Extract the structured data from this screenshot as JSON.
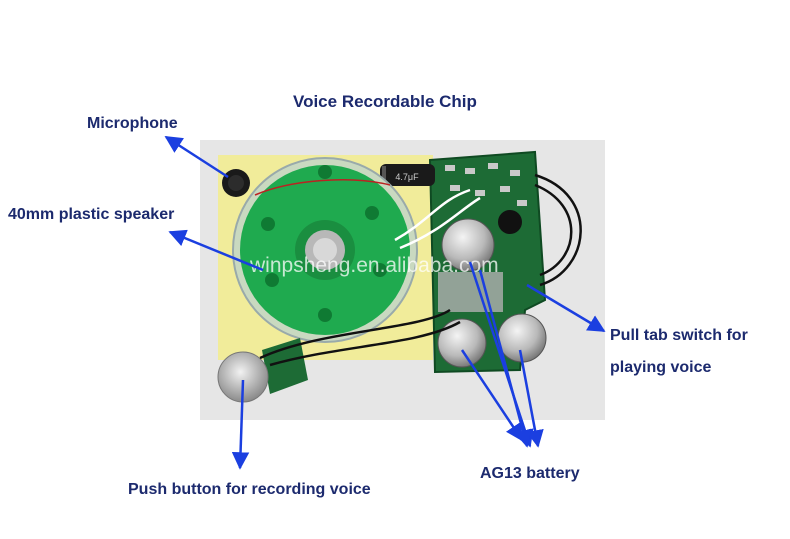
{
  "title": "Voice Recordable Chip",
  "labels": {
    "microphone": "Microphone",
    "speaker": "40mm plastic speaker",
    "pull_tab_line1": "Pull tab switch for",
    "pull_tab_line2": "playing voice",
    "battery": "AG13 battery",
    "push_button": "Push button for recording voice"
  },
  "watermark": "winpsheng.en.alibaba.com",
  "colors": {
    "label_text": "#1c2a6e",
    "arrow": "#1b3fe0",
    "speaker_green": "#1faa4f",
    "pcb_green": "#1d6b35",
    "yellow_pad": "#f1ec9a",
    "photo_bg": "#e6e6e6"
  },
  "chip_marking": "4.7μF"
}
